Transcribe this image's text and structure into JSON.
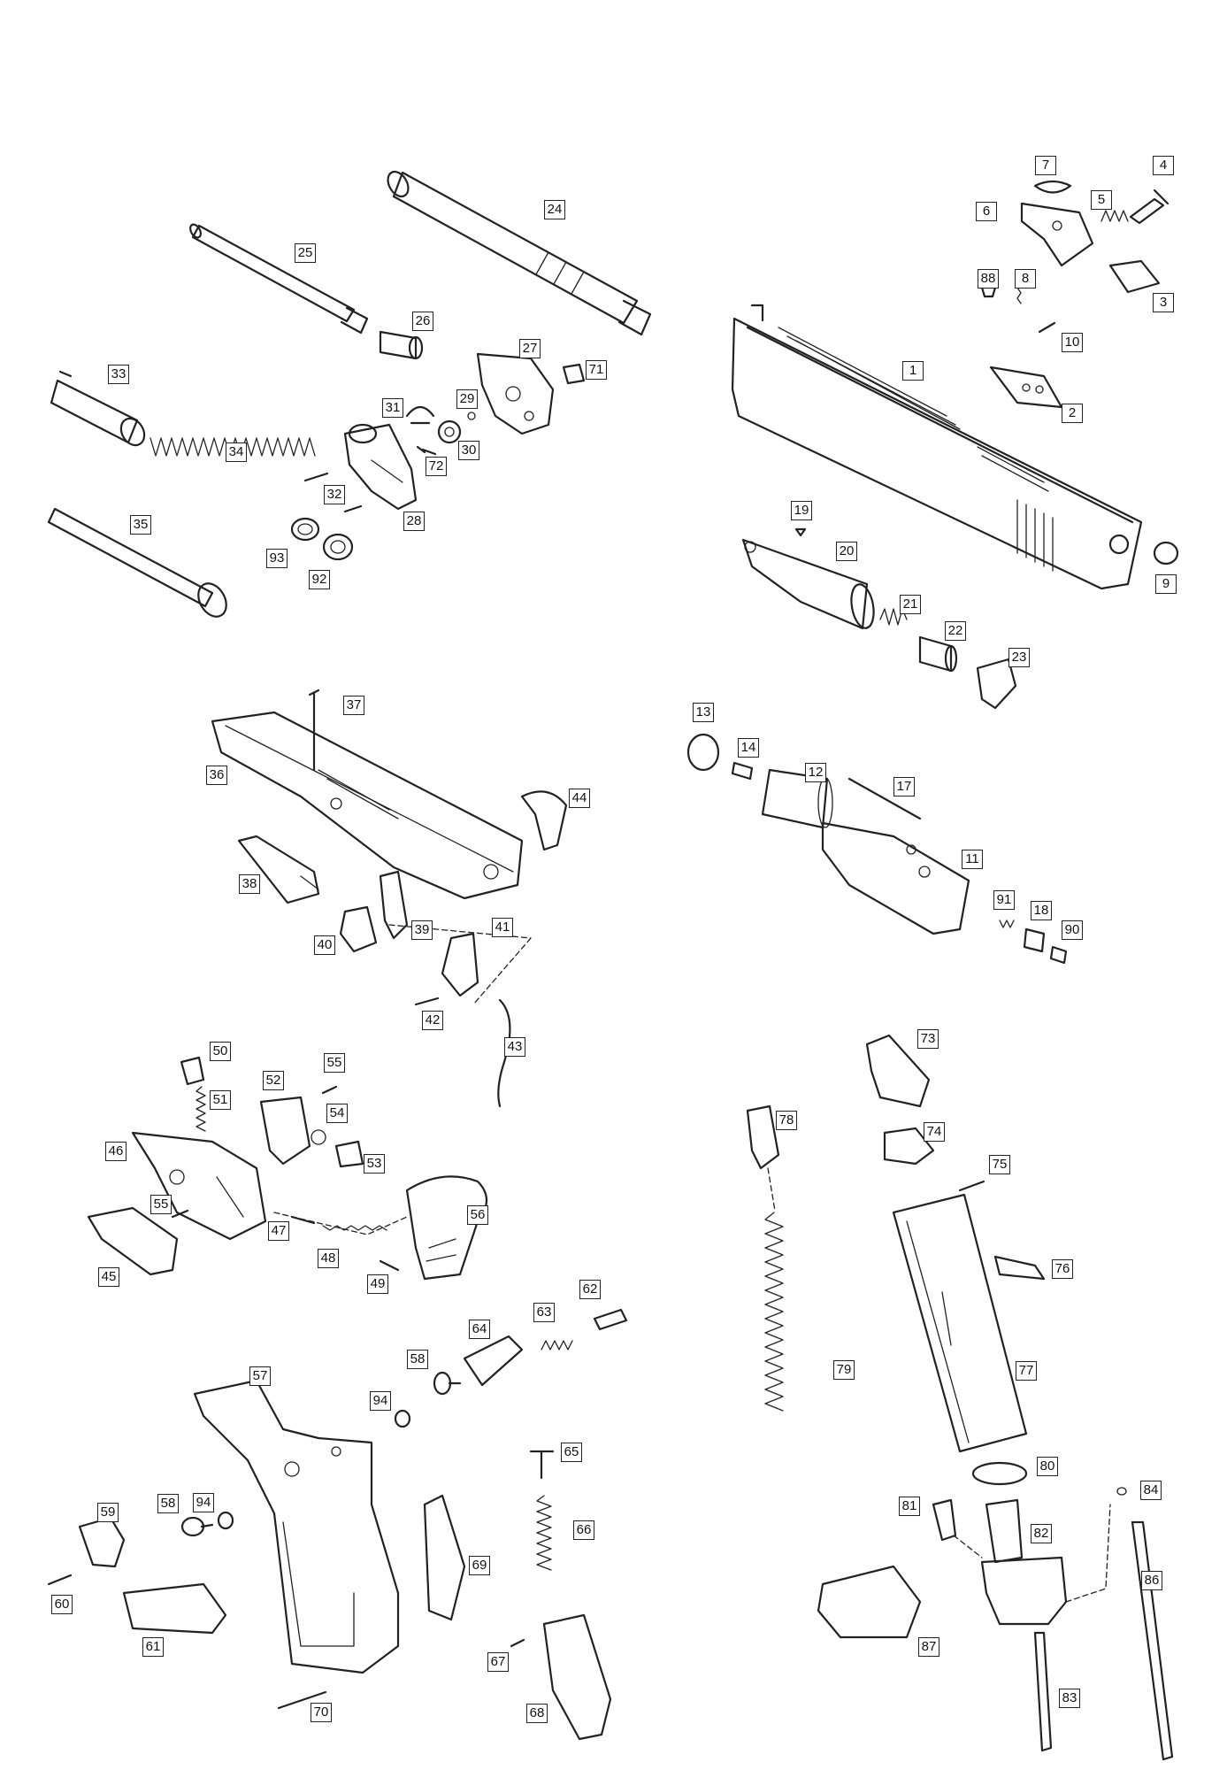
{
  "labels": [
    "1",
    "2",
    "3",
    "4",
    "5",
    "6",
    "7",
    "8",
    "9",
    "10",
    "11",
    "12",
    "13",
    "14",
    "17",
    "18",
    "19",
    "20",
    "21",
    "22",
    "23",
    "24",
    "25",
    "26",
    "27",
    "28",
    "29",
    "30",
    "31",
    "32",
    "33",
    "34",
    "35",
    "36",
    "37",
    "38",
    "39",
    "40",
    "41",
    "42",
    "43",
    "44",
    "45",
    "46",
    "47",
    "48",
    "49",
    "50",
    "51",
    "52",
    "53",
    "54",
    "55",
    "55",
    "56",
    "57",
    "58",
    "58",
    "59",
    "60",
    "61",
    "62",
    "63",
    "64",
    "65",
    "66",
    "67",
    "68",
    "69",
    "70",
    "71",
    "72",
    "73",
    "74",
    "75",
    "76",
    "77",
    "78",
    "79",
    "80",
    "81",
    "82",
    "83",
    "84",
    "86",
    "87",
    "88",
    "90",
    "91",
    "92",
    "93",
    "94",
    "94"
  ]
}
